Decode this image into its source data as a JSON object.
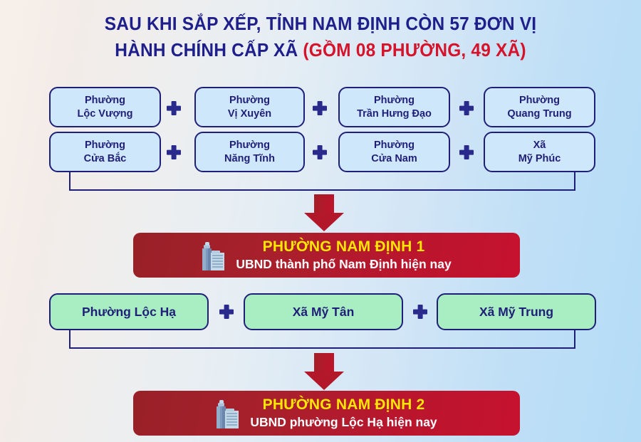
{
  "title": {
    "line1": "SAU KHI SẮP XẾP, TỈNH NAM ĐỊNH CÒN 57 ĐƠN VỊ",
    "line2_main": "HÀNH CHÍNH CẤP XÃ ",
    "line2_red": "(GỒM 08 PHƯỜNG, 49 XÃ)"
  },
  "colors": {
    "navy": "#1f1f78",
    "red": "#d6132b",
    "banner_red_dark": "#992028",
    "banner_red_light": "#c5122f",
    "yellow": "#ffe600",
    "box_blue": "#cfe7fb",
    "box_green": "#a9edc2"
  },
  "group1": {
    "units": [
      {
        "line1": "Phường",
        "line2": "Lộc Vượng"
      },
      {
        "line1": "Phường",
        "line2": "Vị Xuyên"
      },
      {
        "line1": "Phường",
        "line2": "Trần Hưng Đạo"
      },
      {
        "line1": "Phường",
        "line2": "Quang Trung"
      },
      {
        "line1": "Phường",
        "line2": "Cửa Bắc"
      },
      {
        "line1": "Phường",
        "line2": "Năng Tĩnh"
      },
      {
        "line1": "Phường",
        "line2": "Cửa Nam"
      },
      {
        "line1": "Xã",
        "line2": "Mỹ Phúc"
      }
    ],
    "operator": "+",
    "result": {
      "title": "PHƯỜNG NAM ĐỊNH 1",
      "subtitle": "UBND thành phố Nam Định hiện nay",
      "icon": "office-building-icon"
    }
  },
  "group2": {
    "units": [
      {
        "line1": "Phường Lộc Hạ"
      },
      {
        "line1": "Xã Mỹ Tân"
      },
      {
        "line1": "Xã Mỹ Trung"
      }
    ],
    "operator": "+",
    "result": {
      "title": "PHƯỜNG NAM ĐỊNH 2",
      "subtitle": "UBND phường Lộc Hạ hiện nay",
      "icon": "office-building-icon"
    }
  }
}
